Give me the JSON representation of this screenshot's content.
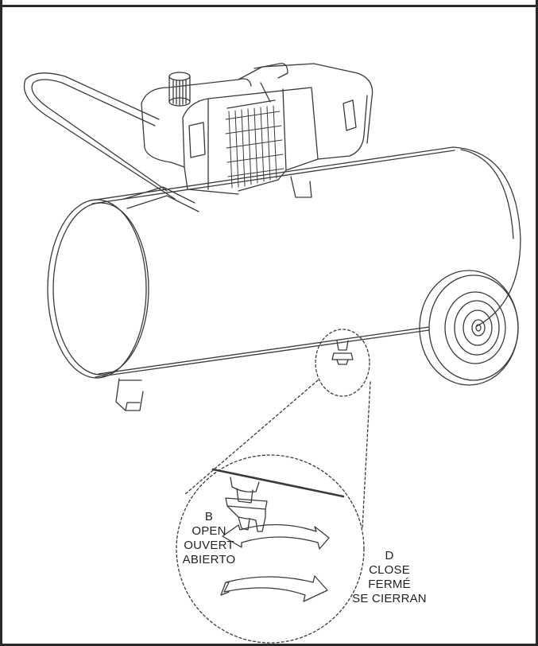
{
  "callouts": {
    "open": {
      "letter": "B",
      "en": "OPEN",
      "fr": "OUVERT",
      "es": "ABIERTO"
    },
    "close": {
      "letter": "D",
      "en": "CLOSE",
      "fr": "FERMÉ",
      "es": "SE CIERRAN"
    }
  },
  "colors": {
    "line": "#3a3a3a",
    "frame": "#2a2a2a",
    "background": "#ffffff"
  }
}
